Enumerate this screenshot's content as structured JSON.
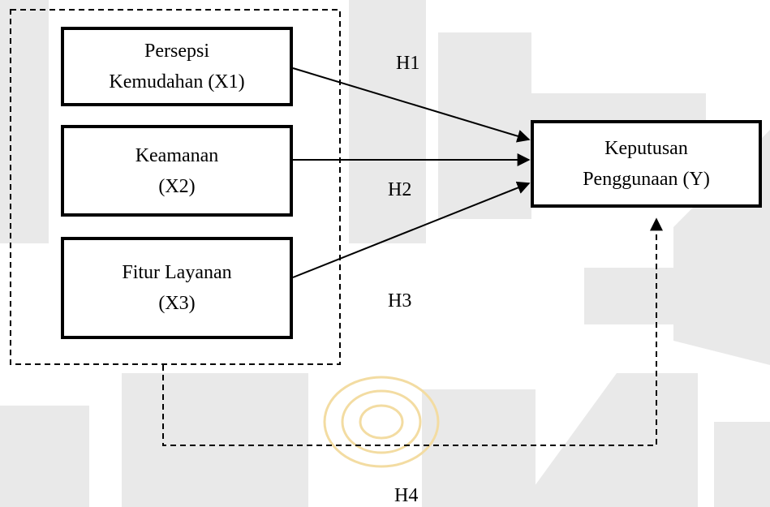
{
  "colors": {
    "stroke": "#000000",
    "background": "#ffffff",
    "watermark_gray": "#e9e9e9",
    "watermark_gold": "#f3dca2"
  },
  "nodes": {
    "x1": {
      "line1": "Persepsi",
      "line2": "Kemudahan (X1)"
    },
    "x2": {
      "line1": "Keamanan",
      "line2": "(X2)"
    },
    "x3": {
      "line1": "Fitur Layanan",
      "line2": "(X3)"
    },
    "y": {
      "line1": "Keputusan",
      "line2": "Penggunaan (Y)"
    }
  },
  "edges": {
    "h1": "H1",
    "h2": "H2",
    "h3": "H3",
    "h4": "H4"
  }
}
